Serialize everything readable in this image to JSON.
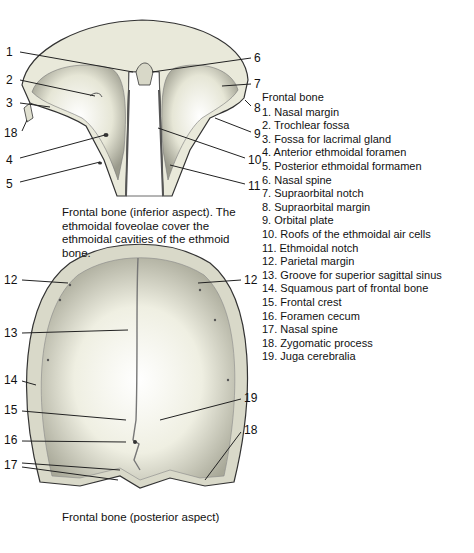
{
  "diagram": {
    "labels": [
      "1",
      "2",
      "3",
      "18",
      "4",
      "5",
      "6",
      "7",
      "8",
      "9",
      "10",
      "11",
      "Frontal bone (inferior aspect). The ethmoidal foveolae cover the ethmoidal cavities of the ethmoid bone.",
      "Frontal bone",
      "1. Nasal margin",
      "2. Trochlear fossa",
      "3. Fossa for lacrimal gland",
      "4. Anterior ethmoidal foramen",
      "5. Posterior ethmoidal formamen",
      "6. Nasal spine",
      "7. Supraorbital notch",
      "8. Supraorbital margin",
      "9. Orbital plate",
      "10. Roofs of the ethmoidal air cells",
      "11. Ethmoidal notch",
      "12. Parietal margin",
      "13. Groove for superior sagittal sinus",
      "14. Squamous part of frontal bone",
      "15. Frontal crest",
      "16. Foramen cecum",
      "17. Nasal spine",
      "18. Zygomatic process",
      "19. Juga cerebralia",
      "12",
      "12",
      "13",
      "14",
      "15",
      "16",
      "17",
      "19",
      "18",
      "Frontal bone (posterior aspect)"
    ]
  }
}
